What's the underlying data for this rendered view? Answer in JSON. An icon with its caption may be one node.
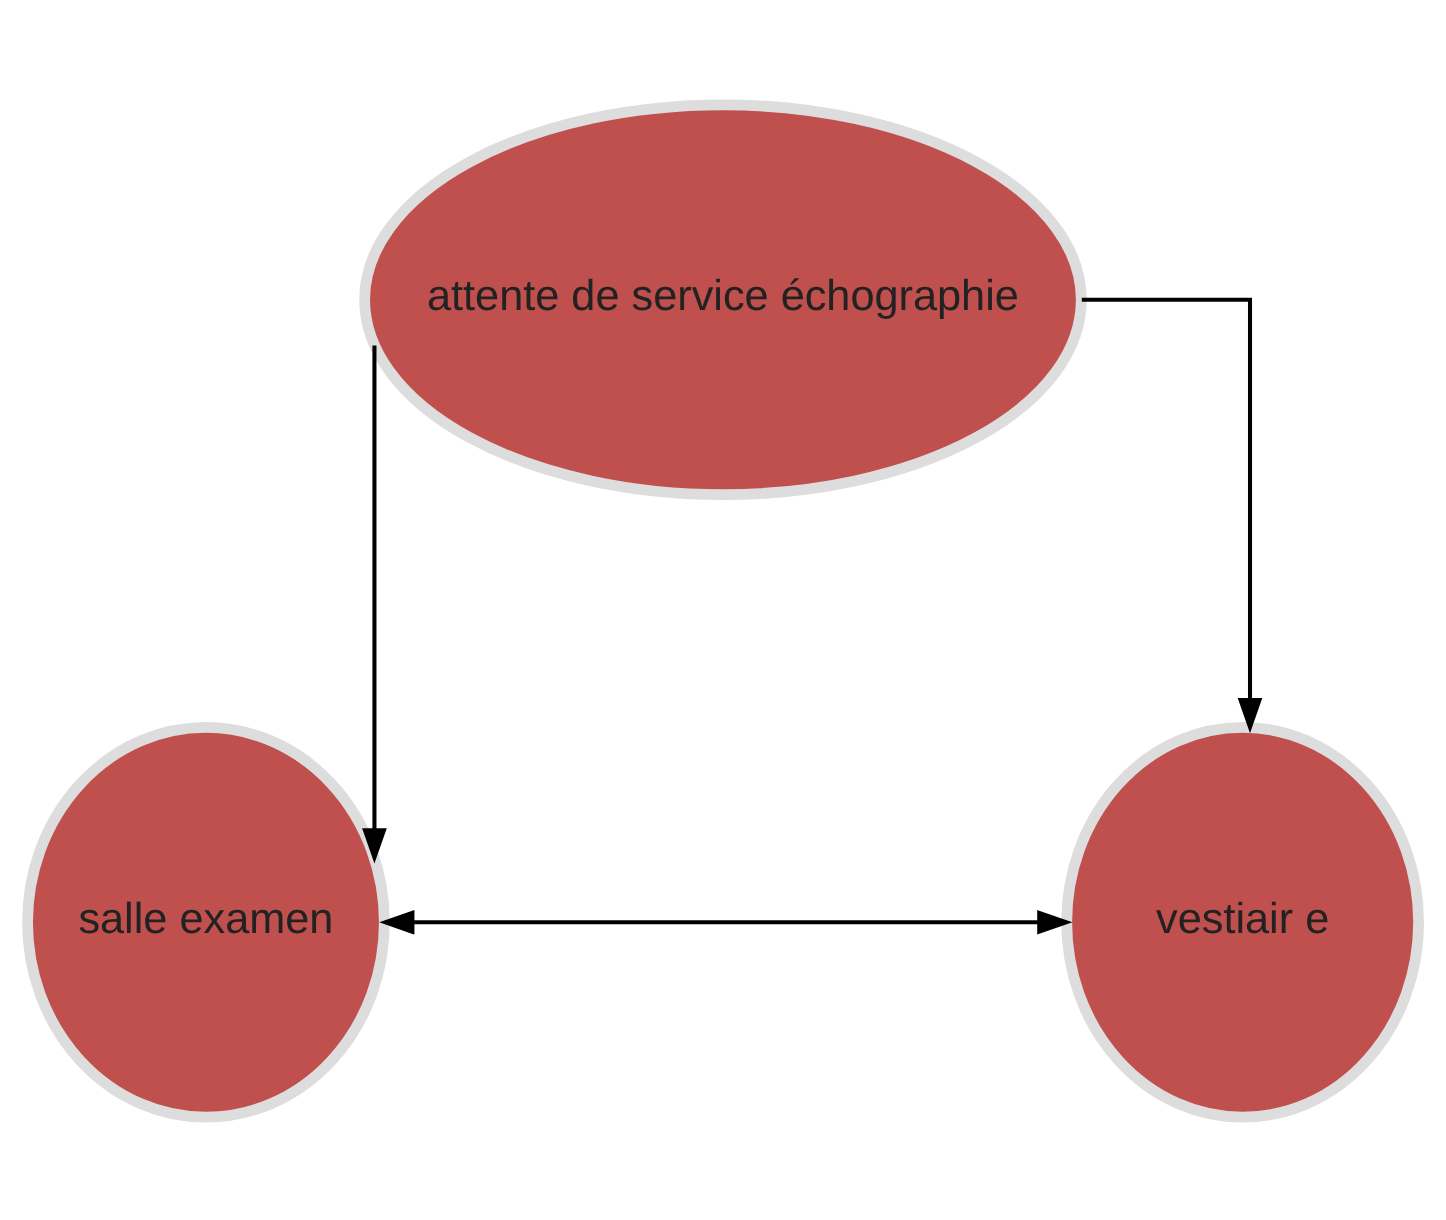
{
  "diagram": {
    "nodes": [
      {
        "text": [
          "attente de service échographie"
        ]
      },
      {
        "text": [
          "salle examen"
        ]
      },
      {
        "text": [
          "vestiair e"
        ]
      }
    ],
    "edges": [
      {
        "from": 0,
        "to": 1,
        "arrow": "to"
      },
      {
        "from": 0,
        "to": 2,
        "arrow": "to"
      },
      {
        "from": 1,
        "to": 2,
        "arrow": "both"
      }
    ]
  }
}
